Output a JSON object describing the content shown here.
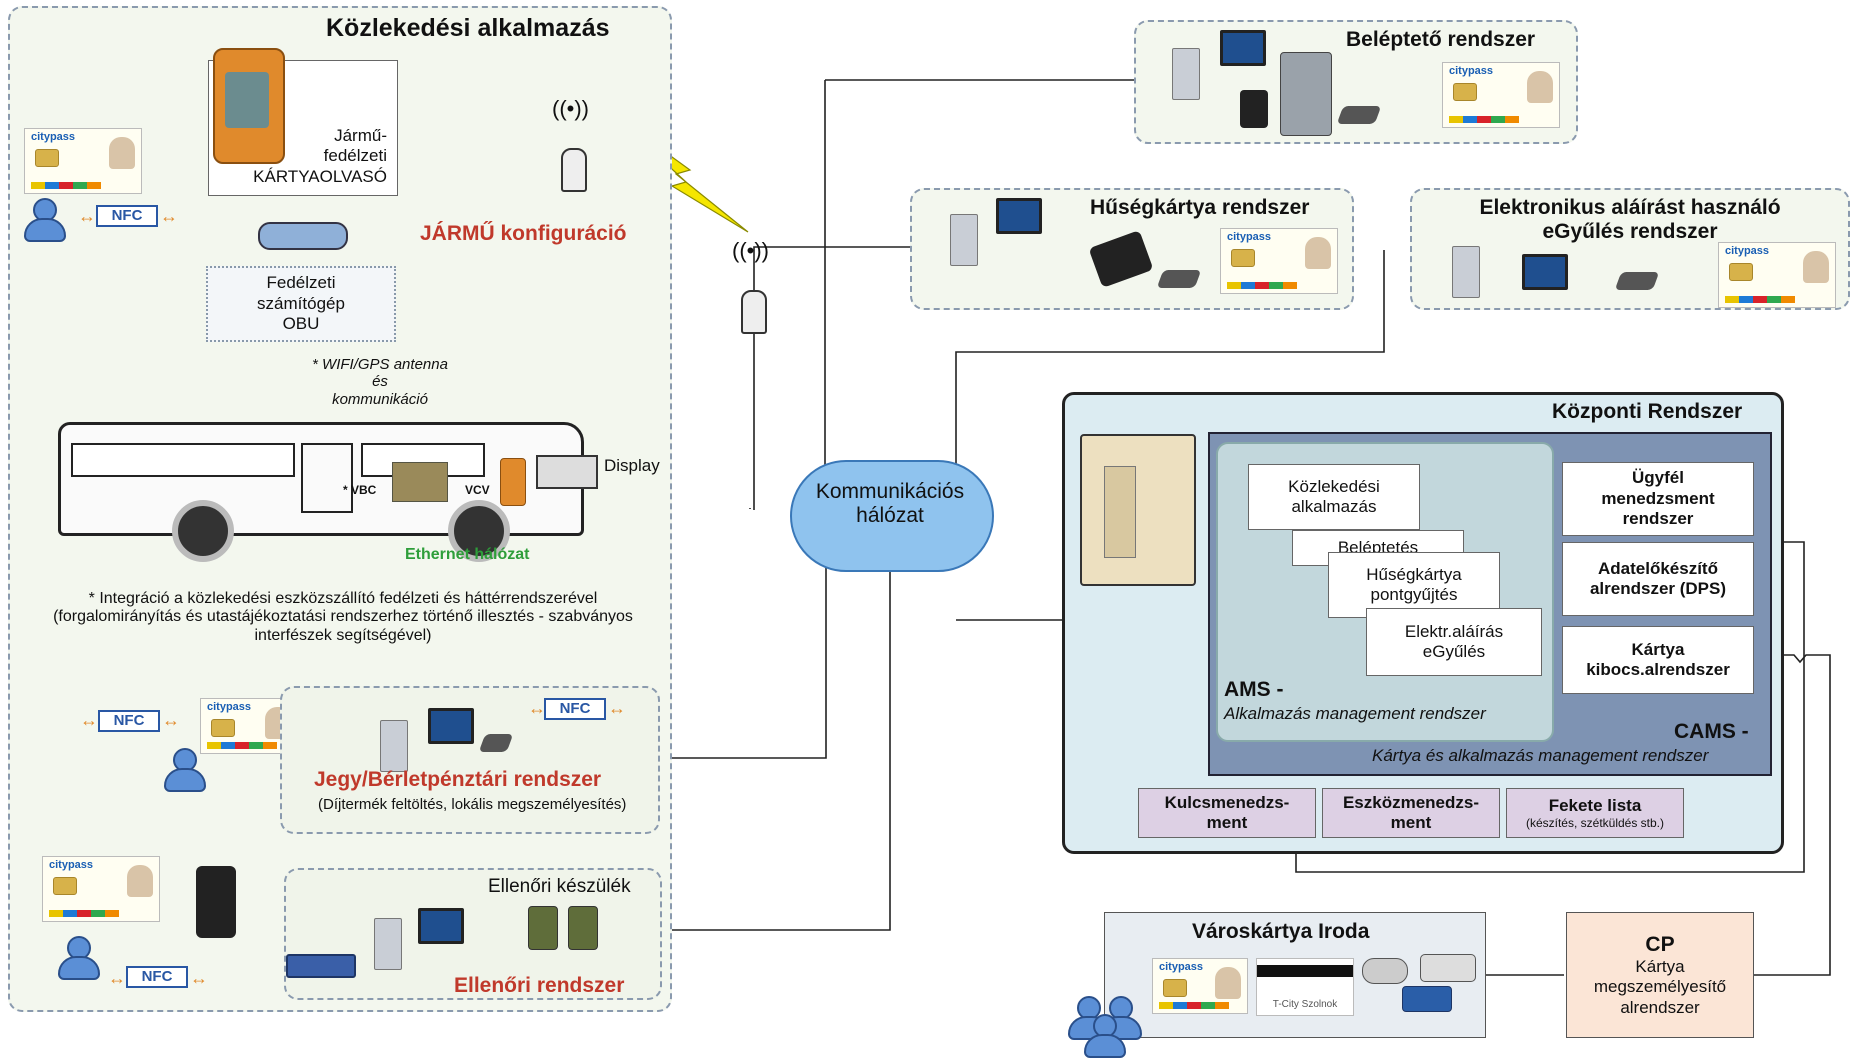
{
  "transport": {
    "title": "Közlekedési alkalmazás",
    "card_reader": "Jármű-\nfedélzeti\nKÁRTYAOLVASÓ",
    "vehicle_config": "JÁRMŰ konfiguráció",
    "obu": "Fedélzeti\nszámítógép\nOBU",
    "wifi_note": "* WIFI/GPS antenna\nés\nkommunikáció",
    "vbc": "* VBC",
    "vcv": "VCV",
    "display": "Display",
    "ethernet": "Ethernet hálózat",
    "integration_note": "* Integráció a közlekedési eszközszállító fedélzeti és háttérrendszerével\n(forgalomirányítás és utastájékoztatási rendszerhez történő illesztés - szabványos\ninterfészek segítségével)",
    "nfc": "NFC",
    "card_brand": "citypass"
  },
  "ticket_system": {
    "title": "Jegy/Bérletpénztári rendszer",
    "subtitle": "(Díjtermék feltöltés, lokális megszemélyesítés)"
  },
  "inspector": {
    "device": "Ellenőri készülék",
    "system": "Ellenőri rendszer"
  },
  "network": {
    "label": "Kommunikációs\nhálózat"
  },
  "access_system": {
    "title": "Beléptető rendszer"
  },
  "loyalty_system": {
    "title": "Hűségkártya rendszer"
  },
  "esign_system": {
    "title": "Elektronikus aláírást használó\neGyűlés rendszer"
  },
  "central": {
    "title": "Központi Rendszer",
    "ams_apps": [
      "Közlekedési\nalkalmazás",
      "Beléptetés",
      "Hűségkártya\npontgyűjtés",
      "Elektr.aláírás\neGyűlés"
    ],
    "ams_title": "AMS -",
    "ams_subtitle": "Alkalmazás management rendszer",
    "right_boxes": [
      "Ügyfél\nmenedzsment\nrendszer",
      "Adatelőkészítő\nalrendszer (DPS)",
      "Kártya\nkibocs.alrendszer"
    ],
    "cams_title": "CAMS -",
    "cams_subtitle": "Kártya és alkalmazás management rendszer",
    "bottom_boxes": [
      {
        "label": "Kulcsmenedzs-\nment"
      },
      {
        "label": "Eszközmenedzs-\nment"
      },
      {
        "label": "Fekete lista",
        "sub": "(készítés, szétküldés stb.)"
      }
    ]
  },
  "city_card_office": {
    "title": "Városkártya Iroda",
    "tcity": "T-City Szolnok"
  },
  "cp": {
    "title": "CP",
    "desc": "Kártya\nmegszemélyesítő\nalrendszer"
  },
  "colors": {
    "panel_bg": "#f3f7ee",
    "central_bg": "#dcecf2",
    "cams_bg": "#7e93b3",
    "ams_bg": "#c2d7dc",
    "bottom_box_bg": "#ddd0e4",
    "cp_bg": "#fbe5d6",
    "red_title": "#c0392b",
    "green_text": "#2e9e3a",
    "nfc_blue": "#2957a4"
  }
}
